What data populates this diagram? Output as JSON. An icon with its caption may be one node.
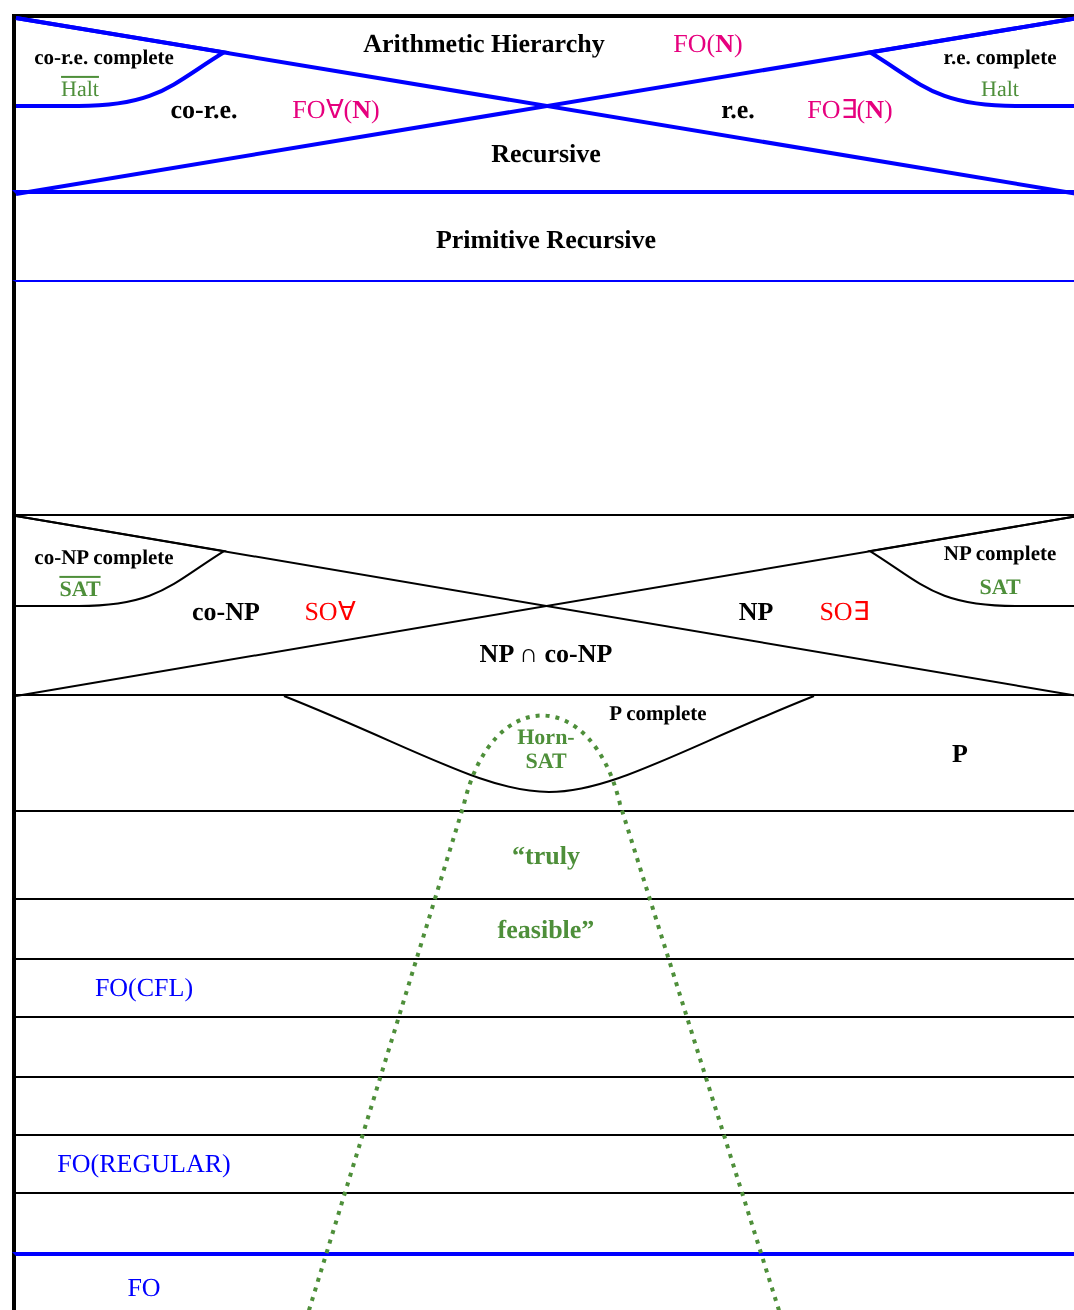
{
  "diagram": {
    "nodes": [
      {
        "text": [
          "Arithmetic Hierarchy",
          "FO(**N**)",
          "co-r.e.",
          "FO∀(**N**)",
          "r.e.",
          "FO∃(**N**)",
          "Recursive"
        ]
      },
      {
        "text": [
          "co-r.e. complete",
          "Halt"
        ],
        "in": 0
      },
      {
        "text": [
          "r.e. complete",
          "Halt"
        ],
        "in": 0
      },
      {
        "text": [
          "Primitive Recursive"
        ]
      },
      {
        "text": [],
        "shape": "bar"
      },
      {
        "text": [
          "co-NP",
          "SO∀",
          "NP",
          "SO∃",
          "NP ∩ co-NP"
        ]
      },
      {
        "text": [
          "co-NP complete",
          "SAT"
        ],
        "in": 5
      },
      {
        "text": [
          "NP complete",
          "SAT"
        ],
        "in": 5
      },
      {
        "text": [
          "P"
        ]
      },
      {
        "text": [
          "P complete",
          "Horn-SAT"
        ],
        "in": 8
      },
      {
        "text": [
          "“truly"
        ]
      },
      {
        "text": [
          "feasible”"
        ]
      },
      {
        "text": [
          "FO(CFL)"
        ]
      },
      {
        "text": [],
        "shape": "bar"
      },
      {
        "text": [],
        "shape": "bar"
      },
      {
        "text": [
          "FO(REGULAR)"
        ]
      },
      {
        "text": [],
        "shape": "bar"
      },
      {
        "text": [
          "FO"
        ]
      }
    ]
  }
}
